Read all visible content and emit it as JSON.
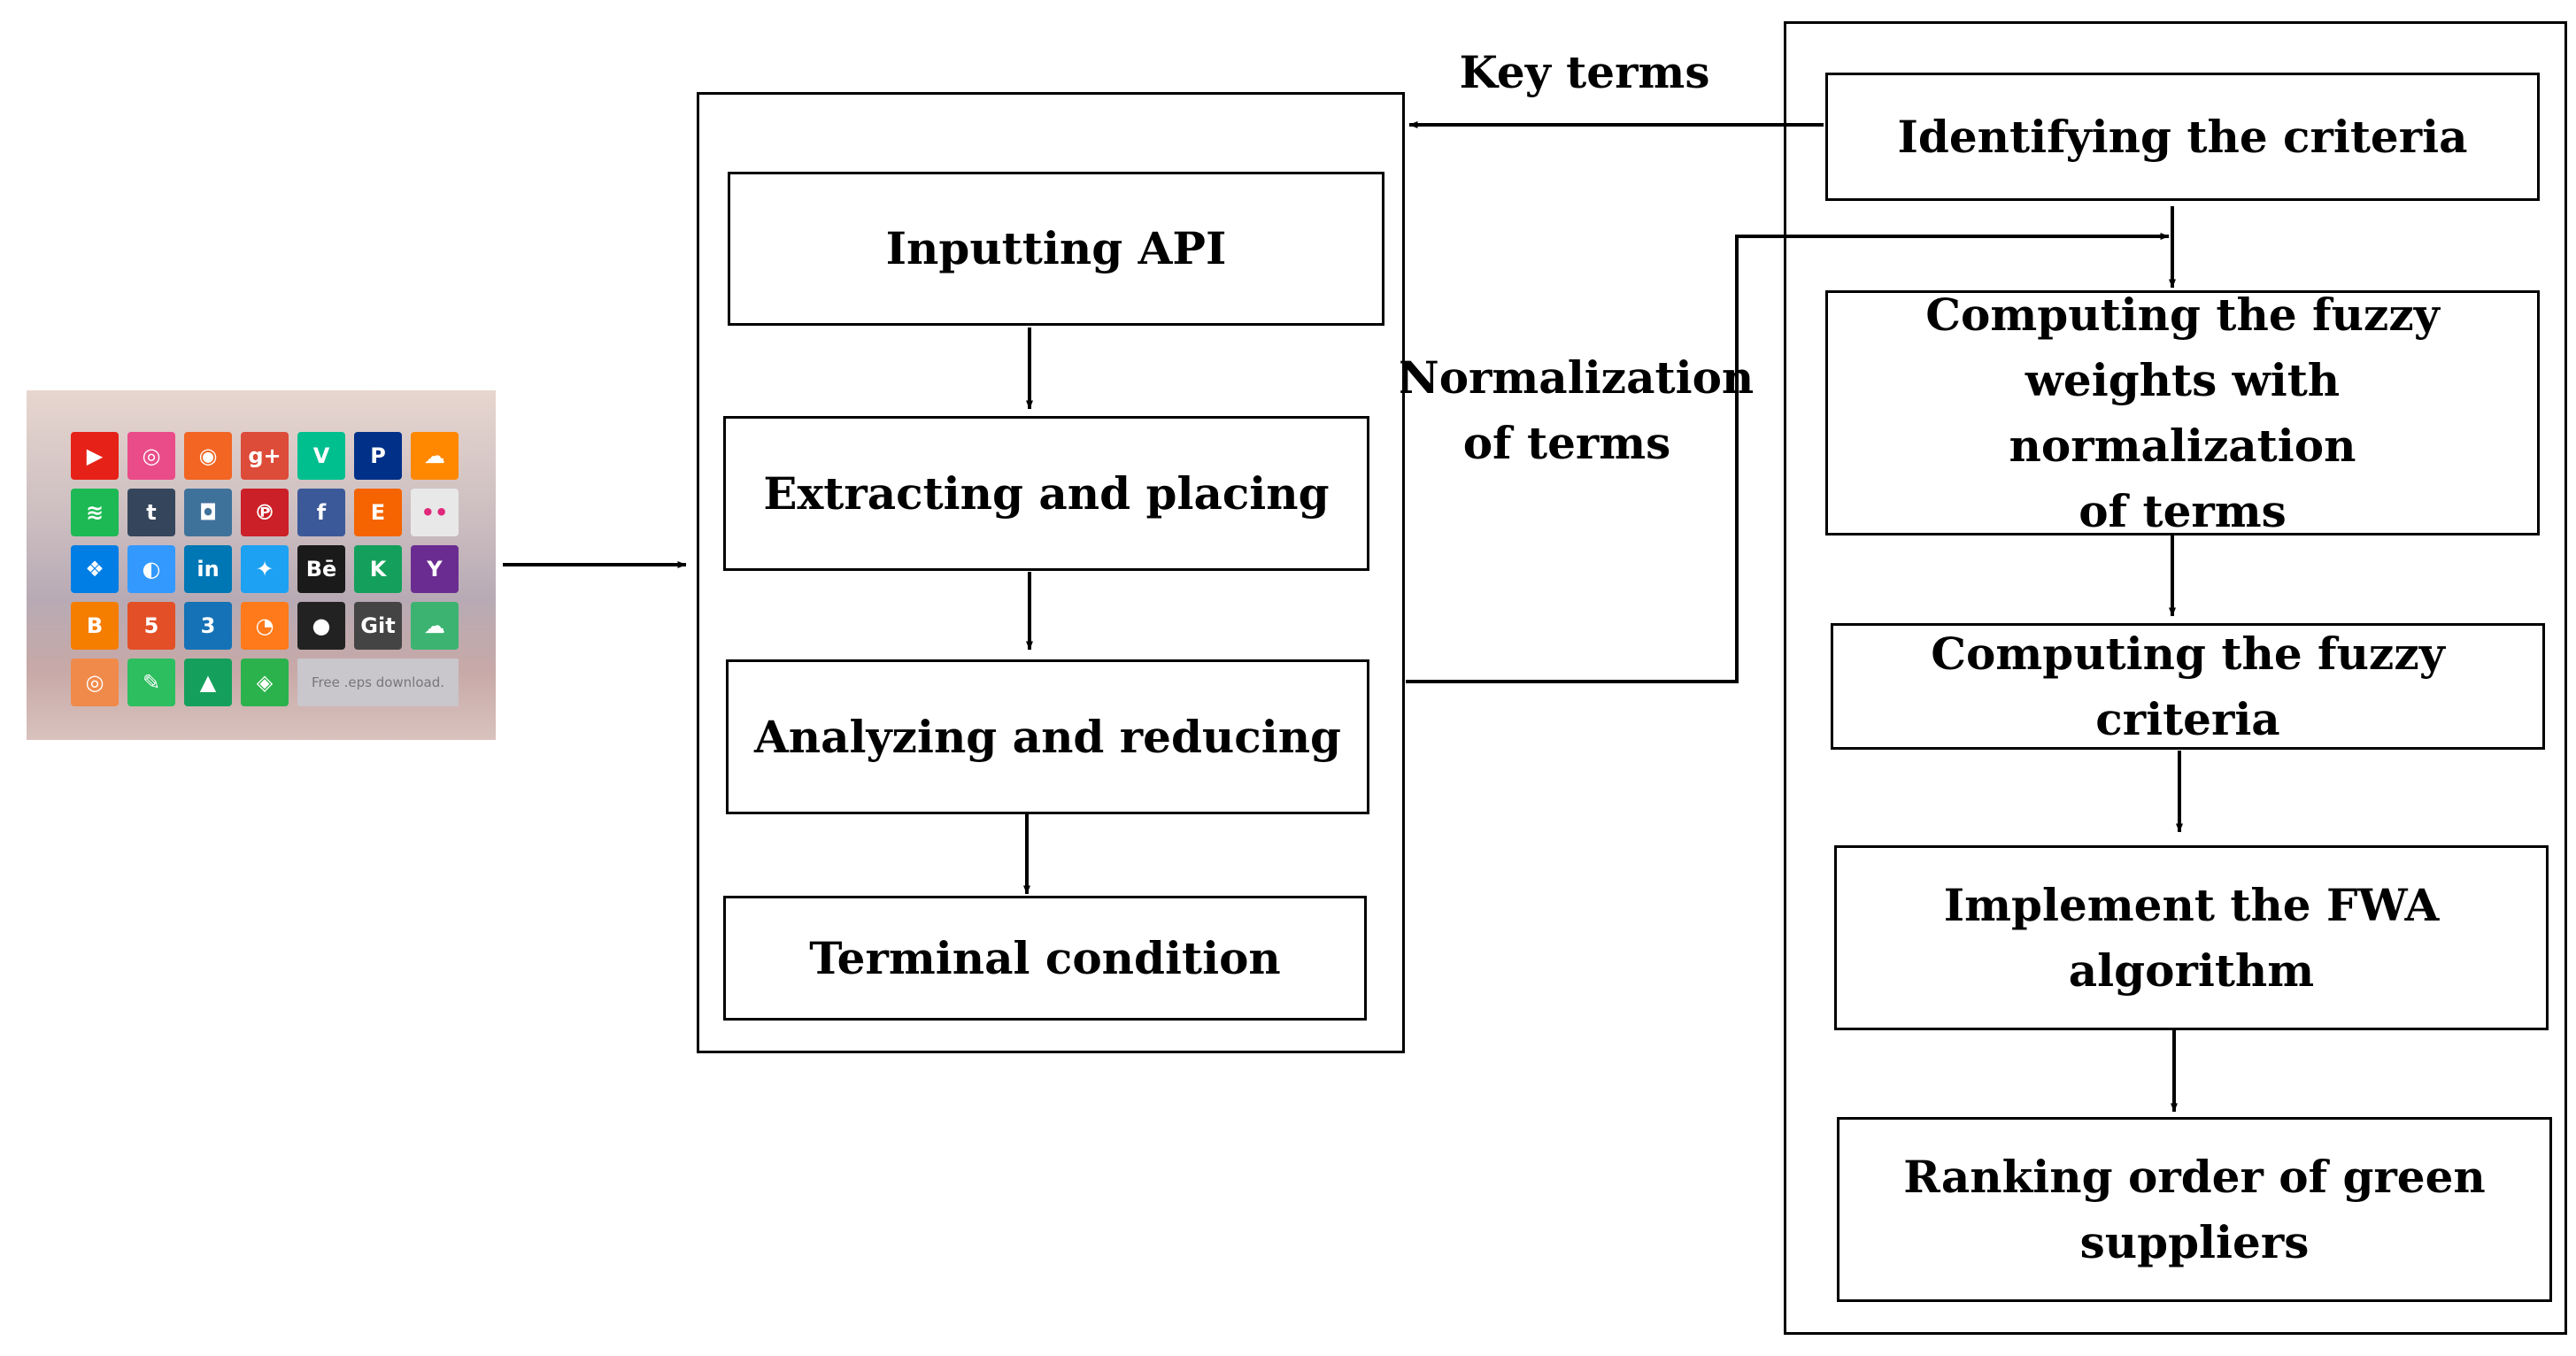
{
  "diagram": {
    "left_steps": [
      "Inputting API",
      "Extracting and placing",
      "Analyzing and reducing",
      "Terminal condition"
    ],
    "right_steps": [
      [
        "Identifying the criteria"
      ],
      [
        "Computing the fuzzy",
        "weights with normalization",
        "of terms"
      ],
      [
        "Computing the fuzzy criteria"
      ],
      [
        "Implement the FWA",
        "algorithm"
      ],
      [
        "Ranking order of green",
        "suppliers"
      ]
    ],
    "labels": {
      "key_terms": "Key terms",
      "normalization_line1": "Normalization",
      "normalization_line2": "of terms"
    }
  },
  "icon_panel": {
    "icons": [
      {
        "name": "youtube-icon",
        "glyph": "▶",
        "color": "#e62117"
      },
      {
        "name": "dribbble-icon",
        "glyph": "◎",
        "color": "#ea4c89"
      },
      {
        "name": "rss-icon",
        "glyph": "◉",
        "color": "#f26522"
      },
      {
        "name": "google-plus-icon",
        "glyph": "g+",
        "color": "#dd4b39"
      },
      {
        "name": "vine-icon",
        "glyph": "V",
        "color": "#00bf8f"
      },
      {
        "name": "paypal-icon",
        "glyph": "P",
        "color": "#003087"
      },
      {
        "name": "soundcloud-icon",
        "glyph": "☁",
        "color": "#ff8800"
      },
      {
        "name": "spotify-icon",
        "glyph": "≋",
        "color": "#1db954"
      },
      {
        "name": "tumblr-icon",
        "glyph": "t",
        "color": "#35465c"
      },
      {
        "name": "instagram-icon",
        "glyph": "◘",
        "color": "#3f729b"
      },
      {
        "name": "pinterest-icon",
        "glyph": "℗",
        "color": "#cb2027"
      },
      {
        "name": "facebook-icon",
        "glyph": "f",
        "color": "#3b5998"
      },
      {
        "name": "etsy-icon",
        "glyph": "E",
        "color": "#f56400"
      },
      {
        "name": "flickr-icon",
        "glyph": "••",
        "color": "#e8e8e8"
      },
      {
        "name": "dropbox-icon",
        "glyph": "❖",
        "color": "#007ee5"
      },
      {
        "name": "delicious-icon",
        "glyph": "◐",
        "color": "#3399ff"
      },
      {
        "name": "linkedin-icon",
        "glyph": "in",
        "color": "#0077b5"
      },
      {
        "name": "twitter-icon",
        "glyph": "✦",
        "color": "#1da1f2"
      },
      {
        "name": "behance-icon",
        "glyph": "Bē",
        "color": "#1a1a1a"
      },
      {
        "name": "kickstarter-icon",
        "glyph": "K",
        "color": "#14a05c"
      },
      {
        "name": "yahoo-icon",
        "glyph": "Y",
        "color": "#6b2c91"
      },
      {
        "name": "blogger-icon",
        "glyph": "B",
        "color": "#f57d00"
      },
      {
        "name": "html5-icon",
        "glyph": "5",
        "color": "#e34f26"
      },
      {
        "name": "css3-icon",
        "glyph": "3",
        "color": "#1572b6"
      },
      {
        "name": "mixcloud-icon",
        "glyph": "◔",
        "color": "#ff7a1a"
      },
      {
        "name": "github-icon",
        "glyph": "●",
        "color": "#222222"
      },
      {
        "name": "git-icon",
        "glyph": "Git",
        "color": "#444444"
      },
      {
        "name": "cloud-app-icon",
        "glyph": "☁",
        "color": "#3cb371"
      },
      {
        "name": "origin-icon",
        "glyph": "◎",
        "color": "#f08a4b"
      },
      {
        "name": "evernote-icon",
        "glyph": "✎",
        "color": "#2dbe60"
      },
      {
        "name": "campfire-icon",
        "glyph": "▲",
        "color": "#14a05c"
      },
      {
        "name": "feedly-icon",
        "glyph": "◈",
        "color": "#2bb24c"
      }
    ],
    "caption": "Free .eps download."
  }
}
